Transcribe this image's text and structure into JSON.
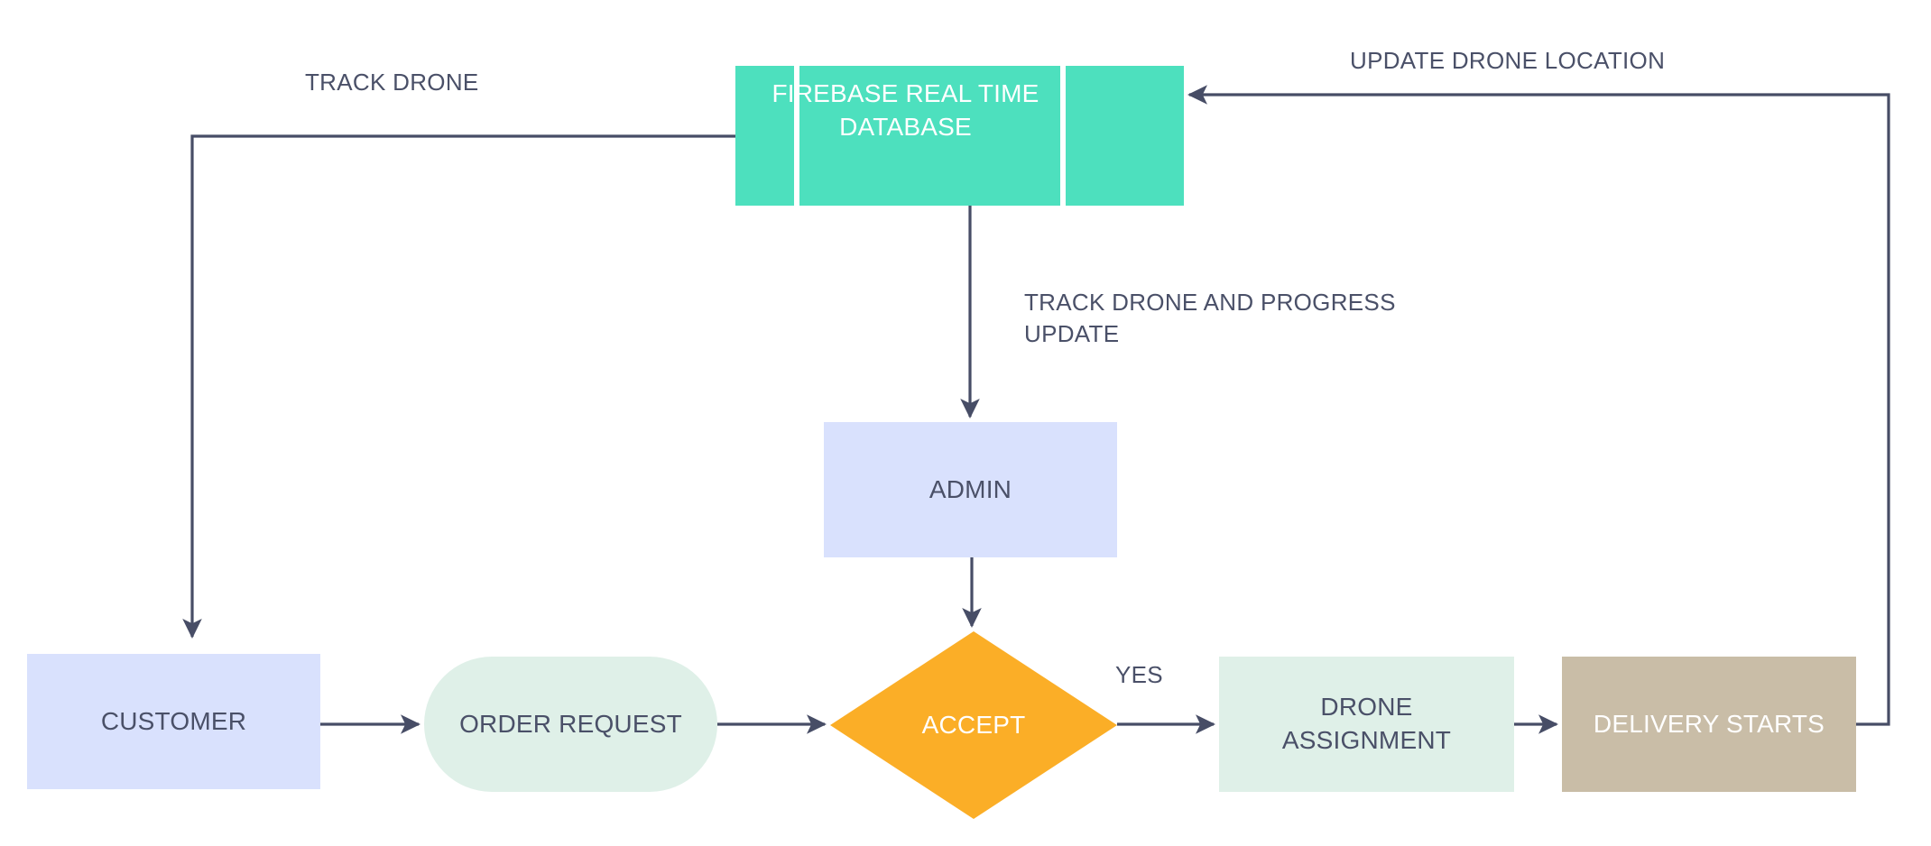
{
  "diagram": {
    "title": "Drone delivery system flowchart",
    "background": "#ffffff",
    "edge_color": "#474D66",
    "nodes": [
      {
        "id": "firebase",
        "label": "FIREBASE REAL TIME\nDATABASE",
        "shape": "stored-data",
        "fill": "#4DE0BE",
        "text_color": "#ffffff"
      },
      {
        "id": "admin",
        "label": "ADMIN",
        "shape": "rectangle",
        "fill": "#D9E1FD",
        "text_color": "#4A5068"
      },
      {
        "id": "customer",
        "label": "CUSTOMER",
        "shape": "rectangle",
        "fill": "#D9E1FD",
        "text_color": "#4A5068"
      },
      {
        "id": "order_request",
        "label": "ORDER REQUEST",
        "shape": "stadium",
        "fill": "#DFF0E8",
        "text_color": "#4A5068"
      },
      {
        "id": "accept",
        "label": "ACCEPT",
        "shape": "diamond",
        "fill": "#FBAE27",
        "text_color": "#ffffff"
      },
      {
        "id": "drone_assignment",
        "label": "DRONE\nASSIGNMENT",
        "shape": "rectangle",
        "fill": "#DFF0E8",
        "text_color": "#4A5068"
      },
      {
        "id": "delivery_starts",
        "label": "DELIVERY STARTS",
        "shape": "rectangle",
        "fill": "#C9BDA7",
        "text_color": "#ffffff"
      }
    ],
    "edges": [
      {
        "id": "firebase_to_customer",
        "from": "firebase",
        "to": "customer",
        "label": "TRACK DRONE"
      },
      {
        "id": "firebase_to_admin",
        "from": "firebase",
        "to": "admin",
        "label": "TRACK DRONE AND PROGRESS\nUPDATE"
      },
      {
        "id": "admin_to_accept",
        "from": "admin",
        "to": "accept",
        "label": ""
      },
      {
        "id": "customer_to_order_request",
        "from": "customer",
        "to": "order_request",
        "label": ""
      },
      {
        "id": "order_request_to_accept",
        "from": "order_request",
        "to": "accept",
        "label": ""
      },
      {
        "id": "accept_to_drone_assignment",
        "from": "accept",
        "to": "drone_assignment",
        "label": "YES"
      },
      {
        "id": "drone_assignment_to_delivery_starts",
        "from": "drone_assignment",
        "to": "delivery_starts",
        "label": ""
      },
      {
        "id": "delivery_starts_to_firebase",
        "from": "delivery_starts",
        "to": "firebase",
        "label": "UPDATE DRONE LOCATION"
      }
    ]
  }
}
